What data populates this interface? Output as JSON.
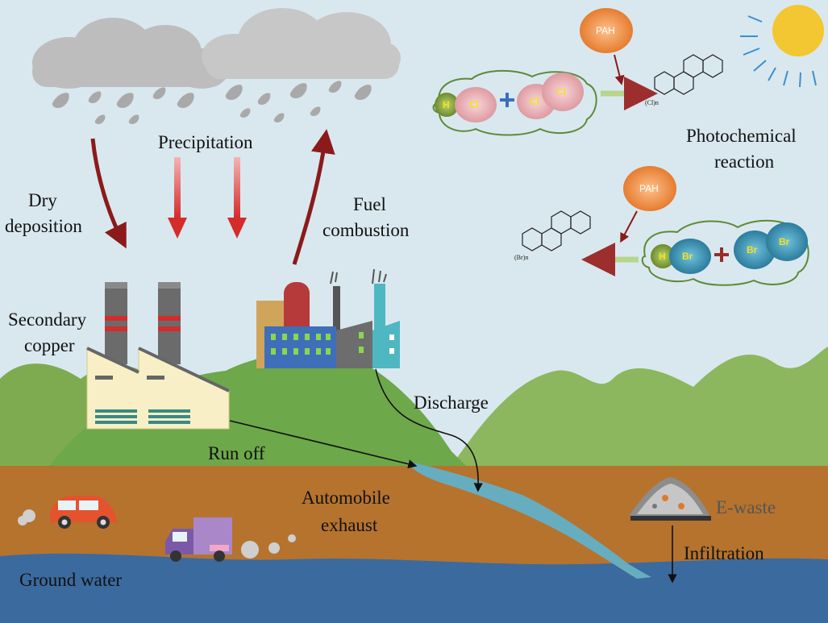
{
  "labels": {
    "dry_deposition": [
      "Dry",
      "deposition"
    ],
    "precipitation": "Precipitation",
    "fuel_combustion": [
      "Fuel",
      "combustion"
    ],
    "secondary_copper": [
      "Secondary",
      "copper"
    ],
    "discharge": "Discharge",
    "run_off": "Run off",
    "automobile_exhaust": [
      "Automobile",
      "exhaust"
    ],
    "e_waste": "E-waste",
    "infiltration": "Infiltration",
    "ground_water": "Ground water",
    "photochemical_reaction": [
      "Photochemical",
      "reaction"
    ]
  },
  "reaction_cl": {
    "pah": "PAH",
    "atoms": [
      "H",
      "Cl",
      "Cl",
      "Cl"
    ],
    "product_sub": "(Cl)n"
  },
  "reaction_br": {
    "pah": "PAH",
    "atoms": [
      "H",
      "Br",
      "Br",
      "Br"
    ],
    "product_sub": "(Br)n"
  },
  "colors": {
    "sky": "#d9e8ef",
    "soil": "#b5732e",
    "groundwater": "#3b6a9e",
    "river": "#67adc0",
    "hill": "#86b35a",
    "arrow_red": "#8b1a1a",
    "sun": "#f2c731",
    "pah": "#e97e2f",
    "cl_atom": "#dca0a6",
    "br_atom": "#2a7fa0",
    "h_atom": "#6d8a2e"
  }
}
